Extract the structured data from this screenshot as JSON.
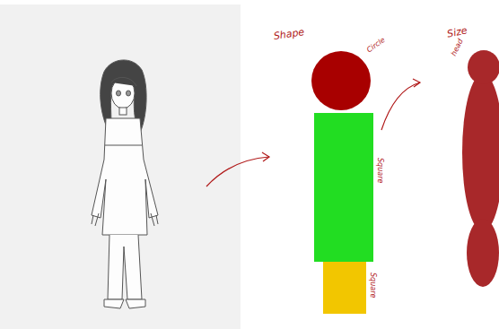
{
  "diagram": {
    "nodes": [
      {
        "text": [
          "Circle"
        ]
      },
      {
        "text": [
          "Square"
        ]
      },
      {
        "text": [
          "Square"
        ]
      },
      {
        "text": [
          "head"
        ]
      }
    ],
    "labels": [
      "Shape",
      "Size"
    ]
  }
}
